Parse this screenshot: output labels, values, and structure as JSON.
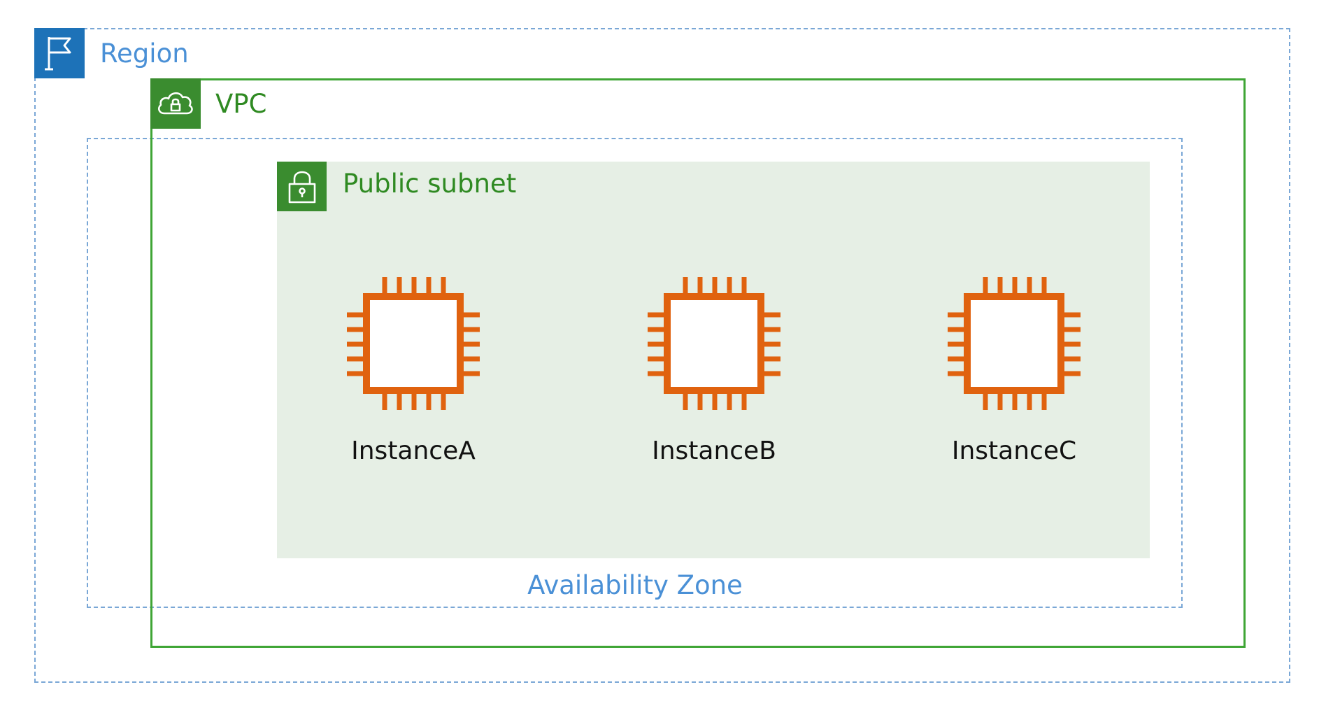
{
  "colors": {
    "region": "#1d72b8",
    "region_text": "#4a90d6",
    "vpc": "#3a8c2f",
    "vpc_border": "#3fa535",
    "subnet_fill": "#e6efe5",
    "az_border": "#7aa7d6",
    "instance": "#e0620f"
  },
  "region": {
    "label": "Region",
    "icon": "flag-icon"
  },
  "vpc": {
    "label": "VPC",
    "icon": "cloud-lock-icon"
  },
  "subnet": {
    "label": "Public subnet",
    "icon": "padlock-icon"
  },
  "availability_zone": {
    "label": "Availability Zone"
  },
  "instances": [
    {
      "label": "InstanceA",
      "icon": "ec2-chip-icon"
    },
    {
      "label": "InstanceB",
      "icon": "ec2-chip-icon"
    },
    {
      "label": "InstanceC",
      "icon": "ec2-chip-icon"
    }
  ]
}
